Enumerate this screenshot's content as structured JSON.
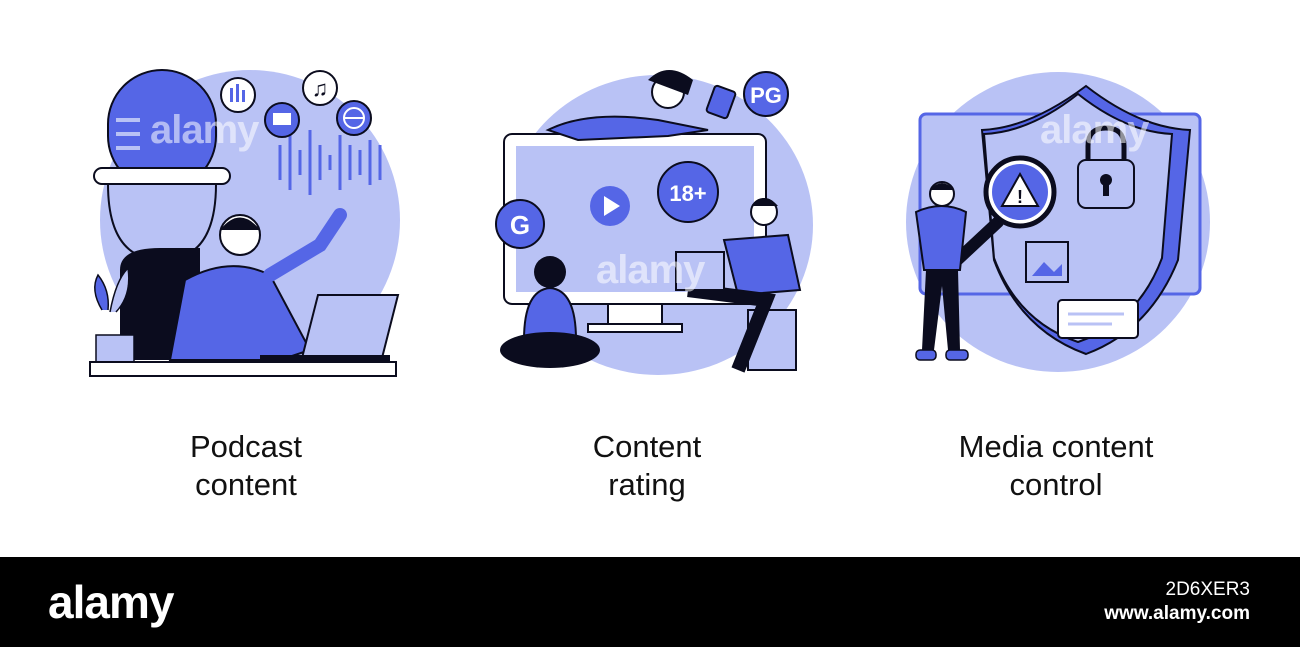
{
  "colors": {
    "accent": "#5566e6",
    "light_accent": "#b9c2f5",
    "dark": "#0b0c1e",
    "background": "#ffffff",
    "footer_background": "#000000"
  },
  "panels": [
    {
      "caption_line1": "Podcast",
      "caption_line2": "content",
      "icons": [
        "microphone-icon",
        "equalizer-icon",
        "music-note-icon",
        "chat-bubble-icon",
        "globe-icon",
        "laptop-icon",
        "plant-icon"
      ]
    },
    {
      "caption_line1": "Content",
      "caption_line2": "rating",
      "badges": {
        "pg": "PG",
        "g": "G",
        "adult": "18+"
      },
      "icons": [
        "monitor-icon",
        "play-icon",
        "tablet-icon",
        "laptop-icon"
      ]
    },
    {
      "caption_line1": "Media content",
      "caption_line2": "control",
      "icons": [
        "shield-icon",
        "padlock-icon",
        "magnifier-icon",
        "warning-icon",
        "photo-icon",
        "document-icon"
      ]
    }
  ],
  "watermark": "alamy",
  "footer": {
    "logo": "alamy",
    "image_id": "2D6XER3",
    "url": "www.alamy.com"
  }
}
